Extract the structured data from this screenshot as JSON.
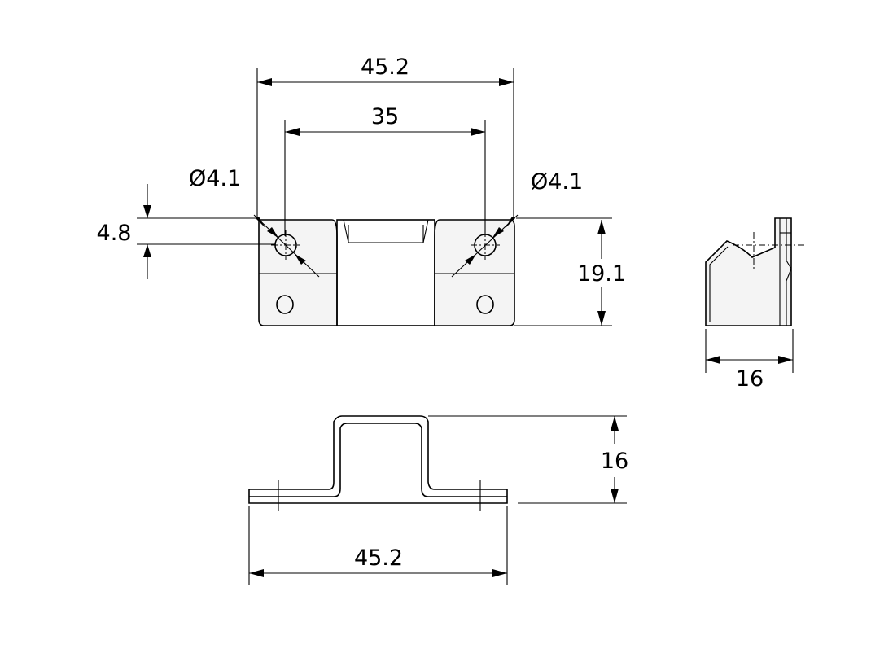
{
  "dimensions": {
    "top_overall_width": "45.2",
    "hole_spacing": "35",
    "hole_dia_left": "Ø4.1",
    "hole_dia_right": "Ø4.1",
    "hole_offset": "4.8",
    "top_height": "19.1",
    "side_width": "16",
    "front_height": "16",
    "front_overall_width": "45.2"
  }
}
